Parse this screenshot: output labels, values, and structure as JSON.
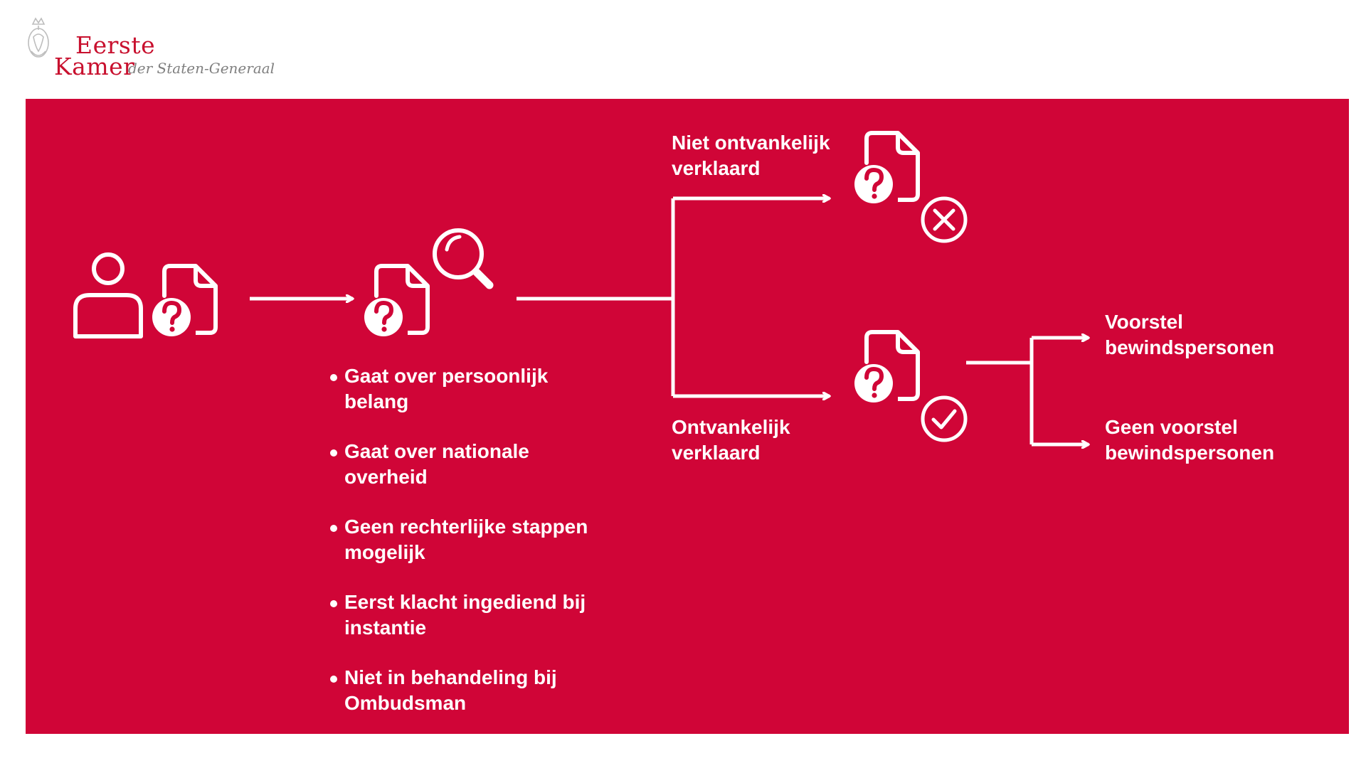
{
  "header": {
    "logo_line1": "Eerste",
    "logo_line2": "Kamer",
    "logo_sub": "der Staten-Generaal",
    "brand_color": "#c8102e"
  },
  "panel": {
    "background": "#d00537"
  },
  "icons": {
    "start": [
      "person-icon",
      "question-document-icon"
    ],
    "review": [
      "question-document-icon",
      "magnifier-icon"
    ],
    "rejected": [
      "question-document-icon",
      "x-circle-icon"
    ],
    "accepted": [
      "question-document-icon",
      "check-circle-icon"
    ]
  },
  "criteria": [
    {
      "line1": "Gaat over persoonlijk",
      "line2": "belang"
    },
    {
      "line1": "Gaat over nationale",
      "line2": "overheid"
    },
    {
      "line1": "Geen rechterlijke stappen",
      "line2": "mogelijk"
    },
    {
      "line1": "Eerst klacht ingediend bij",
      "line2": "instantie"
    },
    {
      "line1": "Niet in behandeling bij",
      "line2": "Ombudsman"
    }
  ],
  "outcomes": {
    "rejected": {
      "line1": "Niet ontvankelijk",
      "line2": "verklaard"
    },
    "accepted": {
      "line1": "Ontvankelijk",
      "line2": "verklaard"
    }
  },
  "results": {
    "proposal": {
      "line1": "Voorstel",
      "line2": "bewindspersonen"
    },
    "no_proposal": {
      "line1": "Geen voorstel",
      "line2": "bewindspersonen"
    }
  }
}
